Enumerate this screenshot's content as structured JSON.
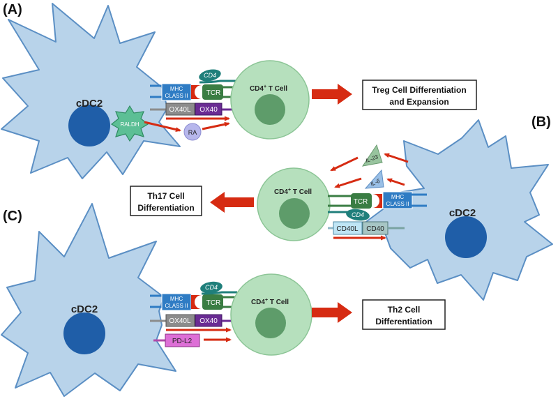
{
  "panels": {
    "a": {
      "label": "(A)",
      "dc_label": "cDC2",
      "tcell_label": "CD4",
      "tcell_sup": "+",
      "tcell_suffix": " T Cell",
      "mhc_line1": "MHC",
      "mhc_line2": "CLASS II",
      "tcr": "TCR",
      "cd4": "CD4",
      "ox40l": "OX40L",
      "ox40": "OX40",
      "raldh": "RALDH",
      "ra": "RA",
      "outcome_line1": "Treg Cell Differentiation",
      "outcome_line2": "and Expansion"
    },
    "b": {
      "label": "(B)",
      "dc_label": "cDC2",
      "tcell_label": "CD4",
      "tcell_sup": "+",
      "tcell_suffix": " T Cell",
      "mhc_line1": "MHC",
      "mhc_line2": "CLASS II",
      "tcr": "TCR",
      "cd4": "CD4",
      "cd40l": "CD40L",
      "cd40": "CD40",
      "il23": "IL-23",
      "il6": "IL-6",
      "outcome_line1": "Th17 Cell",
      "outcome_line2": "Differentiation"
    },
    "c": {
      "label": "(C)",
      "dc_label": "cDC2",
      "tcell_label": "CD4",
      "tcell_sup": "+",
      "tcell_suffix": " T Cell",
      "mhc_line1": "MHC",
      "mhc_line2": "CLASS II",
      "tcr": "TCR",
      "cd4": "CD4",
      "ox40l": "OX40L",
      "ox40": "OX40",
      "pdl2": "PD-L2",
      "outcome_line1": "Th2 Cell",
      "outcome_line2": "Differentiation"
    }
  },
  "colors": {
    "dc_fill": "#b8d3ea",
    "dc_stroke": "#5b8fc4",
    "nucleus": "#1f5ea8",
    "tcell_fill": "#b6e0bd",
    "tcell_stroke": "#8cc596",
    "tcell_nucleus": "#5e9c6a",
    "mhc": "#2f7cc4",
    "tcr": "#3a7d43",
    "cd4": "#1f7f7b",
    "red": "#d62b12",
    "ox40": "#6a2b93",
    "ox40l": "#8c8c8c",
    "raldh": "#5cbf95",
    "ra": "#b7b7ec",
    "pdl2": "#dd6fd6",
    "cd40l": "#bfe5f5",
    "cd40": "#a7c6c5",
    "il23": "#98c49e",
    "il6": "#99bfe6"
  }
}
